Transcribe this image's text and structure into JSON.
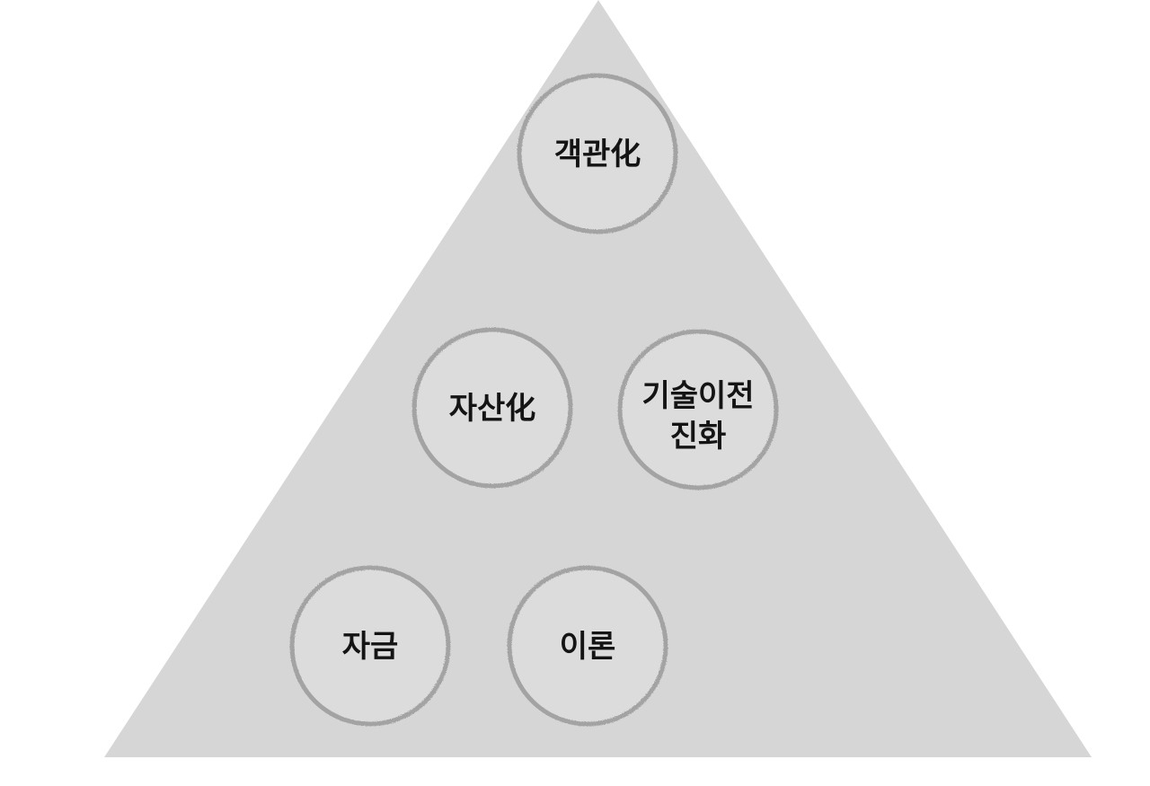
{
  "colors": {
    "pyramid_fill": "#d6d6d6",
    "circle_fill": "#dcdcdc",
    "stroke": "#a3a3a3",
    "text": "#141414"
  },
  "tiers": {
    "top": {
      "nodes": [
        {
          "label": "객관化"
        }
      ]
    },
    "middle": {
      "nodes": [
        {
          "label": "자산化"
        },
        {
          "label_line1": "기술이전",
          "label_line2": "진화"
        }
      ]
    },
    "bottom": {
      "nodes": [
        {
          "label": "자금"
        },
        {
          "label": "이론"
        }
      ]
    }
  }
}
